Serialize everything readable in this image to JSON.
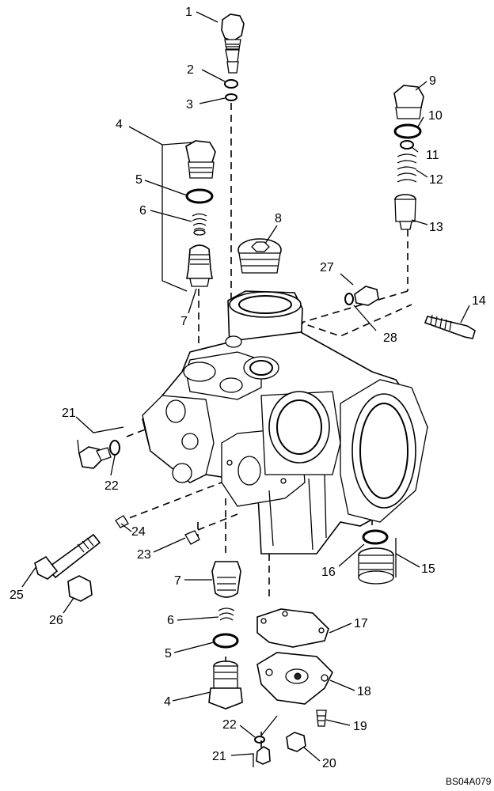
{
  "diagram": {
    "figure_code": "BS04A079",
    "callouts": [
      "1",
      "2",
      "3",
      "4",
      "5",
      "6",
      "7",
      "8",
      "9",
      "10",
      "11",
      "12",
      "13",
      "14",
      "15",
      "16",
      "17",
      "18",
      "19",
      "20",
      "21",
      "22",
      "23",
      "24",
      "25",
      "26",
      "27",
      "28"
    ]
  }
}
